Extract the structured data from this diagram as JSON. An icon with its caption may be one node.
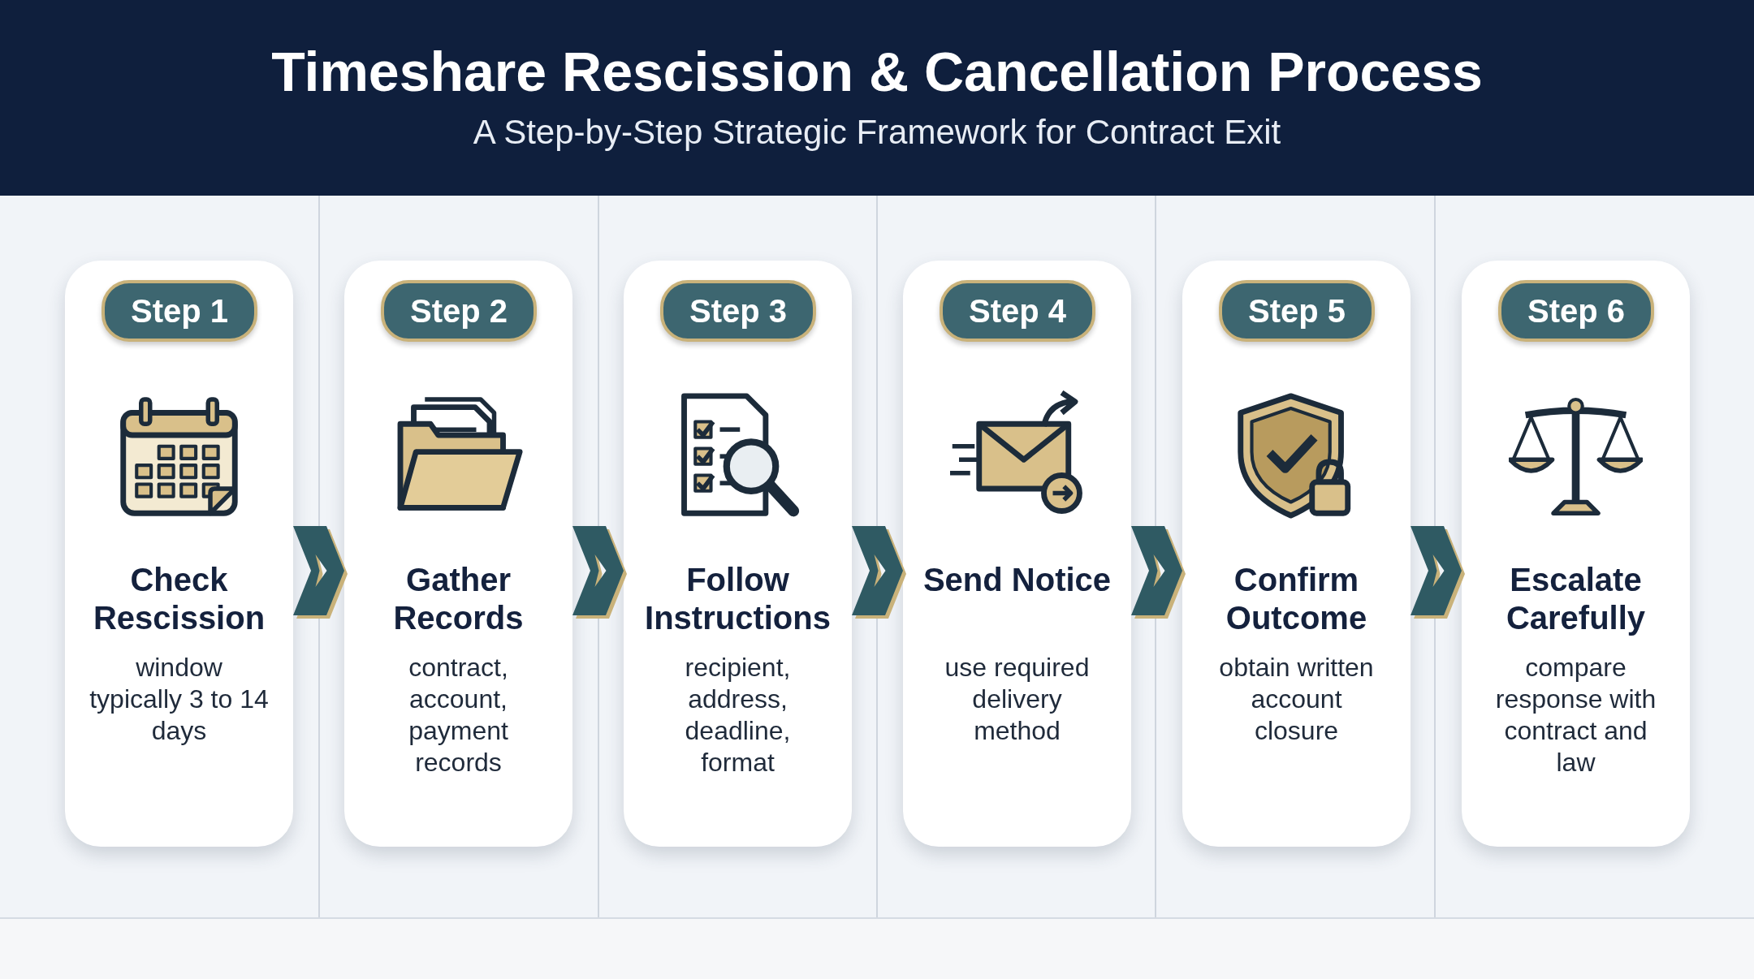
{
  "diagram": {
    "title": "Timeshare Rescission & Cancellation Process",
    "caption": "A Step-by-Step Strategic Framework for Contract Exit",
    "nodes": [
      {
        "text": [
          "Step 1",
          "Check Rescission",
          "window typically 3 to 14 days"
        ]
      },
      {
        "text": [
          "Step 2",
          "Gather Records",
          "contract, account, payment records"
        ]
      },
      {
        "text": [
          "Step 3",
          "Follow Instructions",
          "recipient, address, deadline, format"
        ]
      },
      {
        "text": [
          "Step 4",
          "Send Notice",
          "use required delivery method"
        ]
      },
      {
        "text": [
          "Step 5",
          "Confirm Outcome",
          "obtain written account closure"
        ]
      },
      {
        "text": [
          "Step 6",
          "Escalate Carefully",
          "compare response with contract and law"
        ]
      }
    ],
    "edges": [
      {
        "from": 0,
        "to": 1,
        "arrow": "to"
      },
      {
        "from": 1,
        "to": 2,
        "arrow": "to"
      },
      {
        "from": 2,
        "to": 3,
        "arrow": "to"
      },
      {
        "from": 3,
        "to": 4,
        "arrow": "to"
      },
      {
        "from": 4,
        "to": 5,
        "arrow": "to"
      }
    ]
  }
}
